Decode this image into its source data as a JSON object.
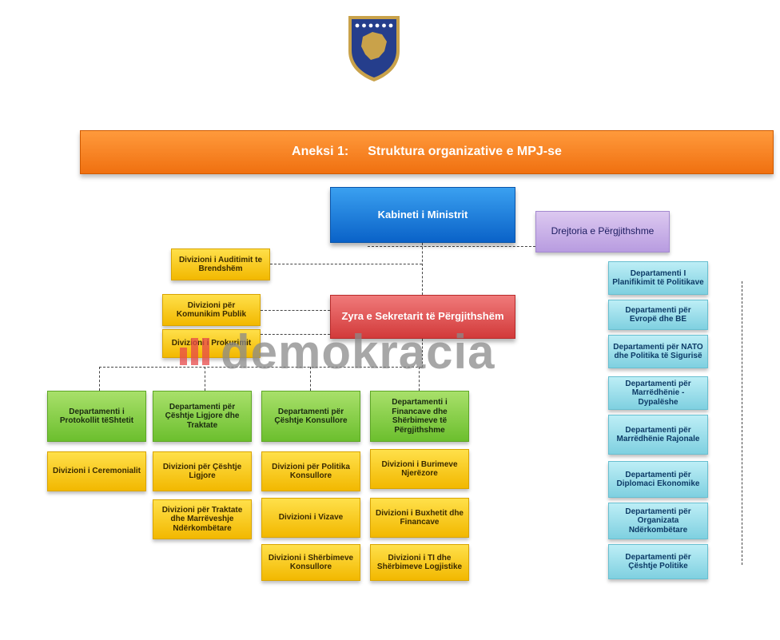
{
  "emblem": {
    "name": "kosovo-coat-of-arms",
    "colors": {
      "shield": "#253e8c",
      "map": "#c9a24a",
      "border": "#c9a24a",
      "stars": "#ffffff"
    }
  },
  "banner": {
    "prefix": "Aneksi 1:",
    "title": "Struktura organizative e MPJ-se"
  },
  "top": {
    "kabineti": "Kabineti i Ministrit",
    "drejtoria": "Drejtoria e Përgjithshme",
    "zyra": "Zyra e Sekretarit të Përgjithshëm"
  },
  "side_divisions": [
    "Divizioni i Auditimit te Brendshëm",
    "Divizioni për Komunikim Publik",
    "Divizioni i Prokurimit"
  ],
  "columns": [
    {
      "department": "Departamenti i Protokollit tëShtetit",
      "divisions": [
        "Divizioni i Ceremonialit"
      ]
    },
    {
      "department": "Departamenti për Çështje Ligjore dhe Traktate",
      "divisions": [
        "Divizioni për Çështje Ligjore",
        "Divizioni për Traktate dhe Marrëveshje Ndërkombëtare"
      ]
    },
    {
      "department": "Departamenti për Çështje Konsullore",
      "divisions": [
        "Divizioni për Politika Konsullore",
        "Divizioni i Vizave",
        "Divizioni i Shërbimeve Konsullore"
      ]
    },
    {
      "department": "Departamenti i Financave dhe Shërbimeve të Përgjithshme",
      "divisions": [
        "Divizioni i Burimeve Njerëzore",
        "Divizioni i Buxhetit dhe Financave",
        "Divizioni i TI dhe Shërbimeve Logjistike"
      ]
    }
  ],
  "right_departments": [
    "Departamenti  I Planifikimit të Politikave",
    "Departamenti për Evropë dhe BE",
    "Departamenti për NATO dhe Politika të Sigurisë",
    "Departamenti për Marrëdhënie  - Dypalëshe",
    "Departamenti për Marrëdhënie Rajonale",
    "Departamenti për Diplomaci Ekonomike",
    "Departamenti për Organizata Ndërkombëtare",
    "Departamenti për Çështje Politike"
  ],
  "watermark": {
    "text": "demokracia",
    "colors": {
      "bars": "#e8494a",
      "text": "#8a8a8a"
    }
  }
}
